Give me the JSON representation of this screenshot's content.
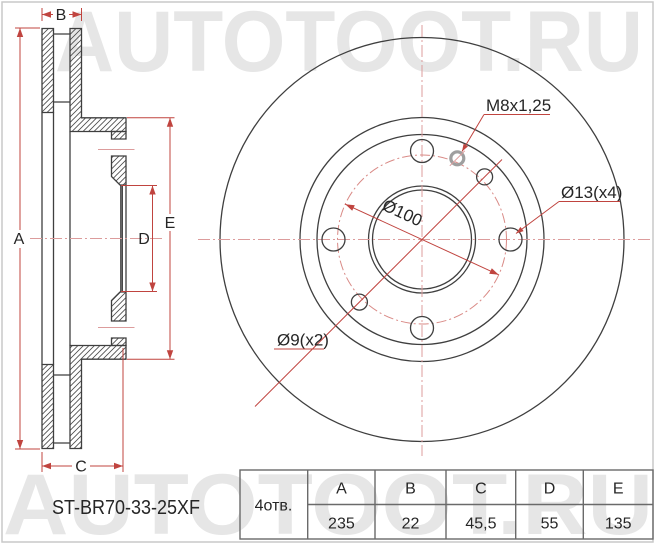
{
  "watermark": {
    "text": "AUTOTOOT.RU"
  },
  "part_number": "ST-BR70-33-25XF",
  "dims": {
    "a": "A",
    "b": "B",
    "c": "C",
    "d": "D",
    "e": "E"
  },
  "annotations": {
    "thread": "M8x1,25",
    "bolt_holes": "Ø13(x4)",
    "pcd": "Ø100",
    "small_holes": "Ø9(x2)"
  },
  "table": {
    "holes_label": "4отв.",
    "headers": [
      "A",
      "B",
      "C",
      "D",
      "E"
    ],
    "values": [
      "235",
      "22",
      "45,5",
      "55",
      "135"
    ]
  },
  "colors": {
    "dimension_red": "#c0443f",
    "centerline_pink": "#dc9c9c",
    "drawing_line": "#3f3f3f",
    "watermark_gray": "#e6e6e6",
    "thread_gray": "#9f9f9f"
  }
}
